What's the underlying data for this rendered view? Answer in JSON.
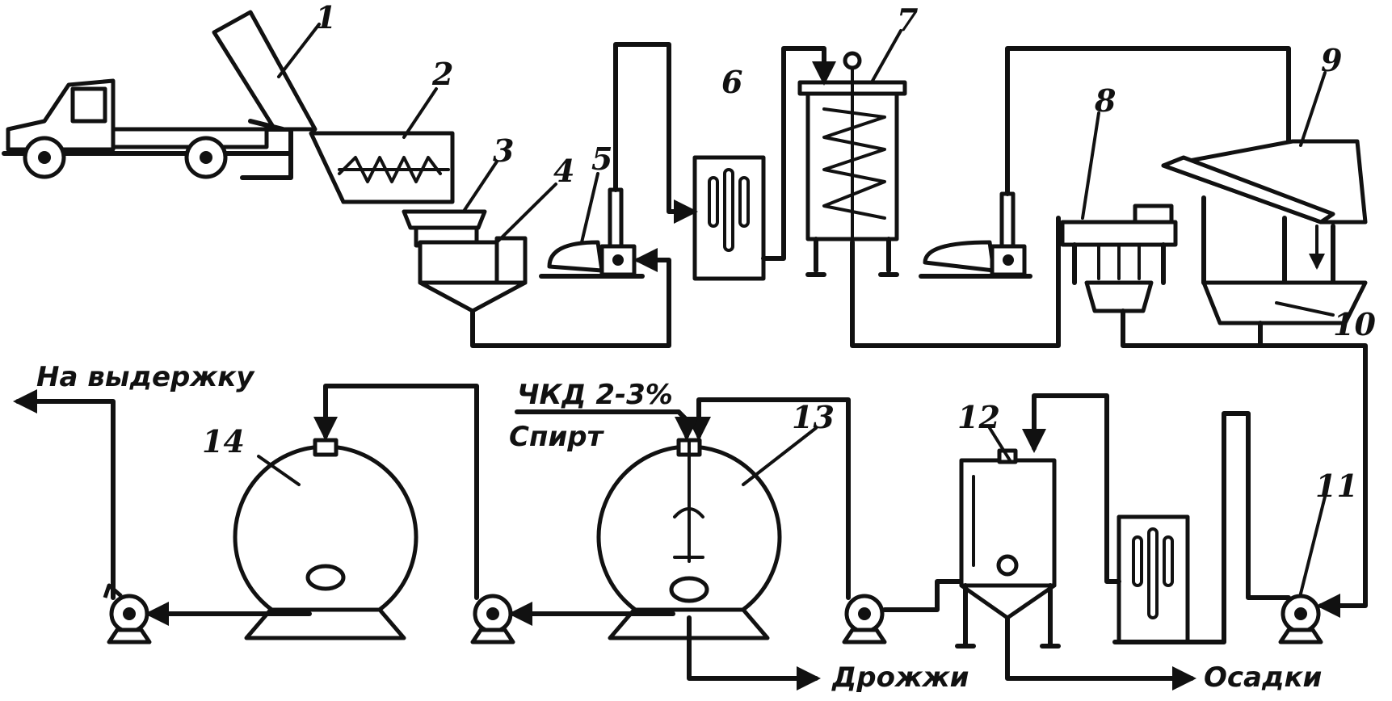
{
  "numbers": {
    "n1": "1",
    "n2": "2",
    "n3": "3",
    "n4": "4",
    "n5": "5",
    "n6": "6",
    "n7": "7",
    "n8": "8",
    "n9": "9",
    "n10": "10",
    "n11": "11",
    "n12": "12",
    "n13": "13",
    "n14": "14"
  },
  "labels": {
    "na_vyderzhku": "На выдержку",
    "ckd": "ЧКД 2-3%",
    "spirt": "Спирт",
    "drozhzhi": "Дрожжи",
    "osadki": "Осадки"
  },
  "colors": {
    "line": "#111111",
    "background": "#ffffff"
  }
}
